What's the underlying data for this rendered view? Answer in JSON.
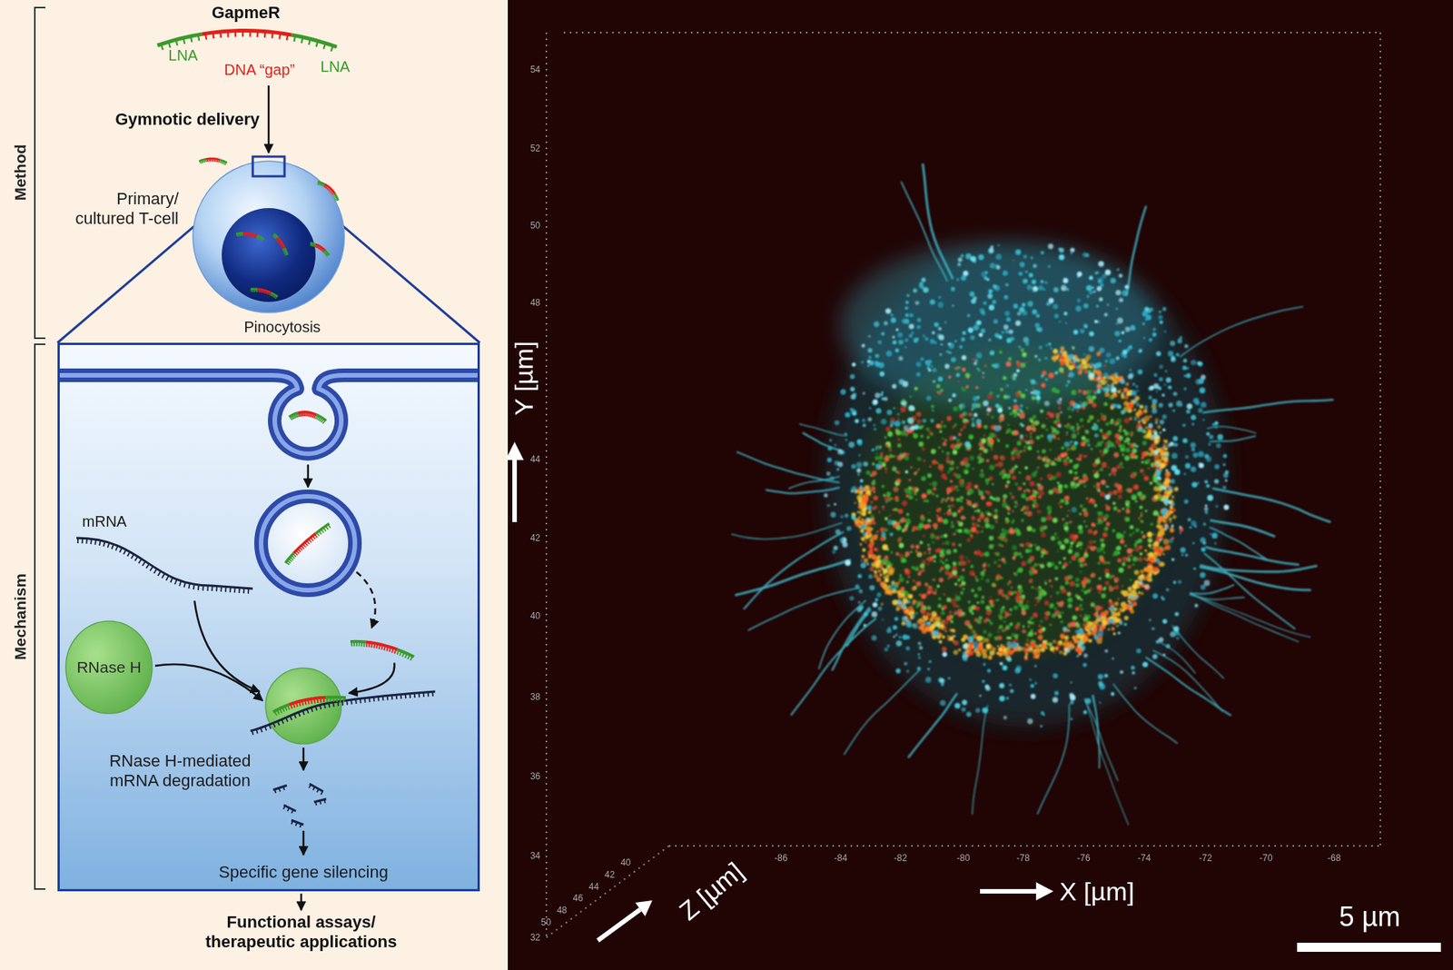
{
  "diagram": {
    "nodes": [
      {
        "text": [
          "GapmeR",
          "LNA",
          "DNA “gap”",
          "LNA"
        ]
      },
      {
        "text": [
          "Primary/ cultured T-cell",
          "Pinocytosis"
        ]
      },
      {
        "text": [
          "mRNA",
          "RNase H-mediated mRNA degradation",
          "Specific gene silencing"
        ]
      },
      {
        "text": [
          "RNase H"
        ],
        "in": 2
      }
    ],
    "edges": [
      {
        "from": 0,
        "to": 1,
        "arrow": "to",
        "label": "Gymnotic delivery"
      }
    ],
    "labels": [
      "Method",
      "Mechanism",
      "Functional assays/ therapeutic applications",
      "Y [µm]",
      "X [µm]",
      "Z [µm]",
      "5 µm",
      "54",
      "52",
      "50",
      "48",
      "44",
      "42",
      "40",
      "38",
      "36",
      "34",
      "32",
      "-86",
      "-84",
      "-82",
      "-80",
      "-78",
      "-76",
      "-74",
      "-72",
      "-70",
      "-68",
      "50",
      "48",
      "46",
      "44",
      "42",
      "40"
    ]
  }
}
